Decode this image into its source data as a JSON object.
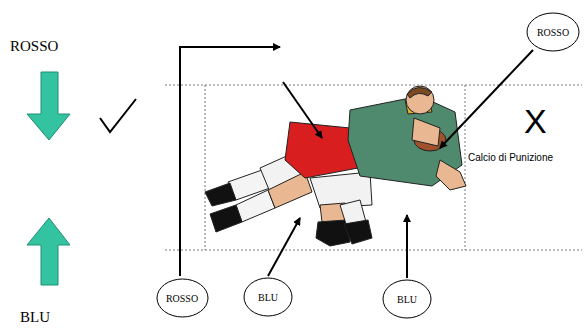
{
  "diagram": {
    "nodes": [
      {
        "text": [
          "ROSSO"
        ]
      },
      {
        "text": [
          "ROSSO"
        ]
      },
      {
        "text": [
          "BLU"
        ]
      },
      {
        "text": [
          "BLU"
        ]
      }
    ],
    "labels": [
      "ROSSO",
      "BLU",
      "X",
      "Calcio di Punizione"
    ]
  }
}
